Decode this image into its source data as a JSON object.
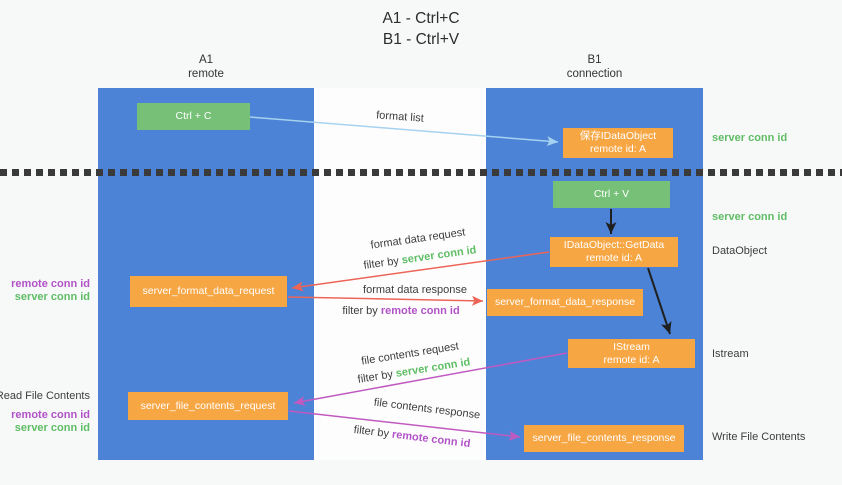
{
  "title": {
    "line1": "A1 - Ctrl+C",
    "line2": "B1 - Ctrl+V"
  },
  "lanes": {
    "left": {
      "name": "A1",
      "role": "remote"
    },
    "right": {
      "name": "B1",
      "role": "connection"
    }
  },
  "nodes": {
    "ctrl_c": "Ctrl + C",
    "ctrl_v": "Ctrl + V",
    "save_dataobject_line1": "保存IDataObject",
    "save_dataobject_line2": "remote id: A",
    "getdata_line1": "IDataObject::GetData",
    "getdata_line2": "remote id: A",
    "istream_line1": "IStream",
    "istream_line2": "remote id: A",
    "format_request": "server_format_data_request",
    "format_response": "server_format_data_response",
    "file_request": "server_file_contents_request",
    "file_response": "server_file_contents_response"
  },
  "edges": {
    "format_list": "format list",
    "filter_by": "filter by ",
    "format_data_request": "format data request",
    "format_data_response": "format data response",
    "file_contents_request": "file contents request",
    "file_contents_response": "file contents response",
    "server_conn_id": "server conn id",
    "remote_conn_id": "remote conn id"
  },
  "annotations": {
    "right_server_conn_id_top": "server conn id",
    "right_server_conn_id_mid": "server conn id",
    "dataobject": "DataObject",
    "istream": "Istream",
    "write_file_contents": "Write File Contents",
    "read_file_contents": "Read File Contents",
    "left_remote_conn_id_top": "remote conn id",
    "left_server_conn_id_top": "server conn id",
    "left_remote_conn_id_bottom": "remote conn id",
    "left_server_conn_id_bottom": "server conn id"
  },
  "colors": {
    "lane_blue": "#4c83d6",
    "node_green": "#76c078",
    "node_orange": "#f7a644",
    "text_green": "#5fbd66",
    "text_purple": "#b153c7",
    "arrow_red": "#ec6557",
    "arrow_purple": "#c05ac0",
    "arrow_lightblue": "#a5d2f0",
    "arrow_black": "#1f1f1f",
    "separator": "#3a3a3a"
  }
}
